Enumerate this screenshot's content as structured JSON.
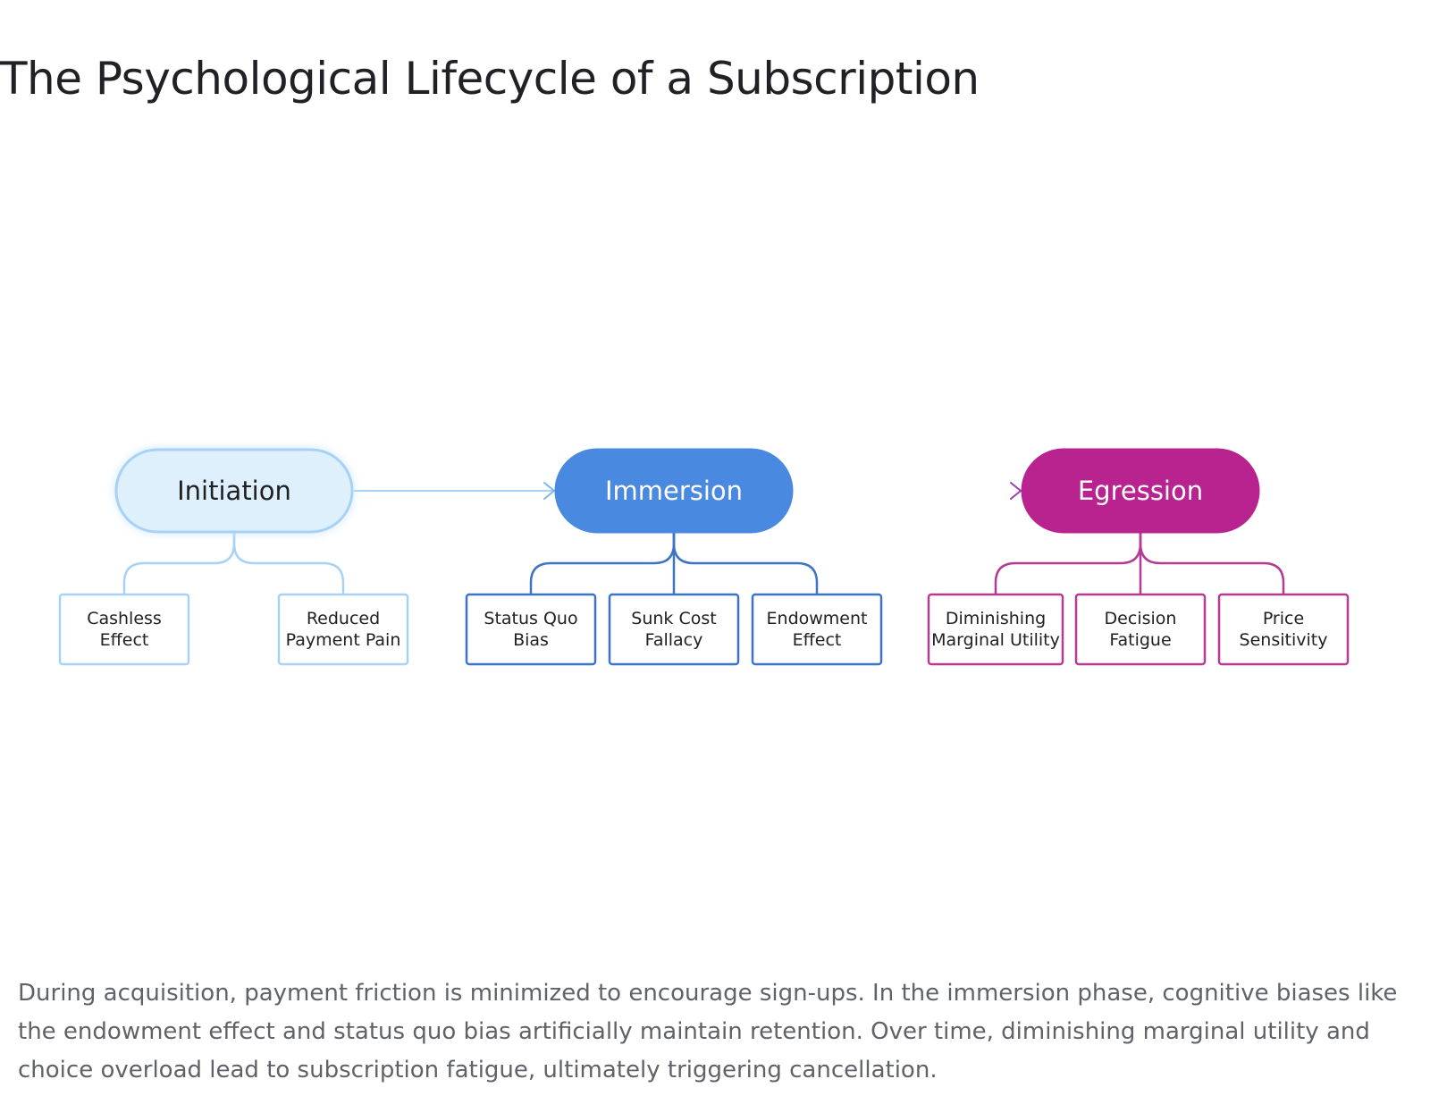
{
  "title": "The Psychological Lifecycle of a Subscription",
  "colors": {
    "initiation_fill": "#dff0fd",
    "initiation_stroke": "#a8d2f5",
    "initiation_text": "#202124",
    "immersion": "#4a89e0",
    "egression": "#b8238f",
    "leaf_initiation": "#a8d2f5",
    "leaf_immersion": "#3f74c4",
    "leaf_egression": "#b43a93"
  },
  "phases": [
    {
      "id": "initiation",
      "label": "Initiation",
      "children": [
        {
          "lines": [
            "Cashless",
            "Effect"
          ]
        },
        {
          "lines": [
            "Reduced",
            "Payment Pain"
          ]
        }
      ]
    },
    {
      "id": "immersion",
      "label": "Immersion",
      "children": [
        {
          "lines": [
            "Status Quo",
            "Bias"
          ]
        },
        {
          "lines": [
            "Sunk Cost",
            "Fallacy"
          ]
        },
        {
          "lines": [
            "Endowment",
            "Effect"
          ]
        }
      ]
    },
    {
      "id": "egression",
      "label": "Egression",
      "children": [
        {
          "lines": [
            "Diminishing",
            "Marginal Utility"
          ]
        },
        {
          "lines": [
            "Decision",
            "Fatigue"
          ]
        },
        {
          "lines": [
            "Price",
            "Sensitivity"
          ]
        }
      ]
    }
  ],
  "caption": "During acquisition, payment friction is minimized to encourage sign-ups. In the immersion phase, cognitive biases like the endowment effect and status quo bias artificially maintain retention. Over time, diminishing marginal utility and choice overload lead to subscription fatigue, ultimately triggering cancellation."
}
